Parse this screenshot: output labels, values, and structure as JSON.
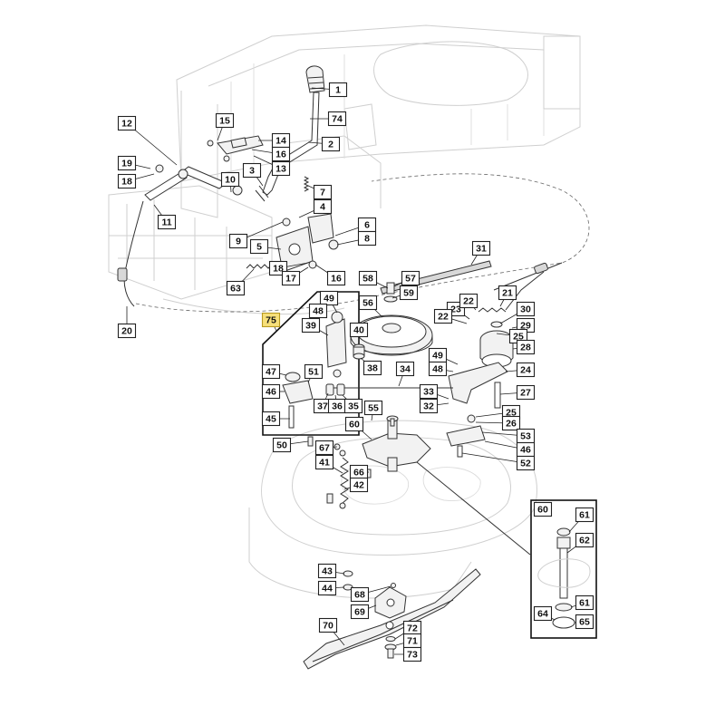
{
  "callouts": [
    {
      "id": "c1",
      "text": "1"
    },
    {
      "id": "c74",
      "text": "74"
    },
    {
      "id": "c2",
      "text": "2"
    },
    {
      "id": "c15",
      "text": "15"
    },
    {
      "id": "c14",
      "text": "14"
    },
    {
      "id": "c16a",
      "text": "16"
    },
    {
      "id": "c13",
      "text": "13"
    },
    {
      "id": "c12",
      "text": "12"
    },
    {
      "id": "c19",
      "text": "19"
    },
    {
      "id": "c18a",
      "text": "18"
    },
    {
      "id": "c3",
      "text": "3"
    },
    {
      "id": "c10",
      "text": "10"
    },
    {
      "id": "c11",
      "text": "11"
    },
    {
      "id": "c7",
      "text": "7"
    },
    {
      "id": "c4",
      "text": "4"
    },
    {
      "id": "c6",
      "text": "6"
    },
    {
      "id": "c8",
      "text": "8"
    },
    {
      "id": "c9",
      "text": "9"
    },
    {
      "id": "c5",
      "text": "5"
    },
    {
      "id": "c18b",
      "text": "18"
    },
    {
      "id": "c17",
      "text": "17"
    },
    {
      "id": "c16b",
      "text": "16"
    },
    {
      "id": "c63",
      "text": "63"
    },
    {
      "id": "c20",
      "text": "20"
    },
    {
      "id": "c31",
      "text": "31"
    },
    {
      "id": "c58",
      "text": "58"
    },
    {
      "id": "c57",
      "text": "57"
    },
    {
      "id": "c59",
      "text": "59"
    },
    {
      "id": "c56",
      "text": "56"
    },
    {
      "id": "c21",
      "text": "21"
    },
    {
      "id": "c23",
      "text": "23"
    },
    {
      "id": "c22a",
      "text": "22"
    },
    {
      "id": "c22b",
      "text": "22"
    },
    {
      "id": "c30",
      "text": "30"
    },
    {
      "id": "c29",
      "text": "29"
    },
    {
      "id": "c25a",
      "text": "25"
    },
    {
      "id": "c28",
      "text": "28"
    },
    {
      "id": "c75",
      "text": "75"
    },
    {
      "id": "c49a",
      "text": "49"
    },
    {
      "id": "c48a",
      "text": "48"
    },
    {
      "id": "c39",
      "text": "39"
    },
    {
      "id": "c40",
      "text": "40"
    },
    {
      "id": "c38",
      "text": "38"
    },
    {
      "id": "c49b",
      "text": "49"
    },
    {
      "id": "c48b",
      "text": "48"
    },
    {
      "id": "c24",
      "text": "24"
    },
    {
      "id": "c47",
      "text": "47"
    },
    {
      "id": "c51",
      "text": "51"
    },
    {
      "id": "c34",
      "text": "34"
    },
    {
      "id": "c46a",
      "text": "46"
    },
    {
      "id": "c37",
      "text": "37"
    },
    {
      "id": "c36",
      "text": "36"
    },
    {
      "id": "c35",
      "text": "35"
    },
    {
      "id": "c33",
      "text": "33"
    },
    {
      "id": "c32",
      "text": "32"
    },
    {
      "id": "c27",
      "text": "27"
    },
    {
      "id": "c55",
      "text": "55"
    },
    {
      "id": "c25b",
      "text": "25"
    },
    {
      "id": "c26",
      "text": "26"
    },
    {
      "id": "c45",
      "text": "45"
    },
    {
      "id": "c60a",
      "text": "60"
    },
    {
      "id": "c53",
      "text": "53"
    },
    {
      "id": "c46b",
      "text": "46"
    },
    {
      "id": "c50",
      "text": "50"
    },
    {
      "id": "c67",
      "text": "67"
    },
    {
      "id": "c52",
      "text": "52"
    },
    {
      "id": "c41",
      "text": "41"
    },
    {
      "id": "c66",
      "text": "66"
    },
    {
      "id": "c42",
      "text": "42"
    },
    {
      "id": "c60b",
      "text": "60"
    },
    {
      "id": "c61a",
      "text": "61"
    },
    {
      "id": "c62",
      "text": "62"
    },
    {
      "id": "c43",
      "text": "43"
    },
    {
      "id": "c44",
      "text": "44"
    },
    {
      "id": "c68",
      "text": "68"
    },
    {
      "id": "c69",
      "text": "69"
    },
    {
      "id": "c61b",
      "text": "61"
    },
    {
      "id": "c64",
      "text": "64"
    },
    {
      "id": "c65",
      "text": "65"
    },
    {
      "id": "c70",
      "text": "70"
    },
    {
      "id": "c72",
      "text": "72"
    },
    {
      "id": "c71",
      "text": "71"
    },
    {
      "id": "c73",
      "text": "73"
    }
  ],
  "highlight_callout": "c75",
  "colors": {
    "highlight_fill": "#f7e07a",
    "line": "#222222",
    "ghost": "#cfcfcf"
  }
}
